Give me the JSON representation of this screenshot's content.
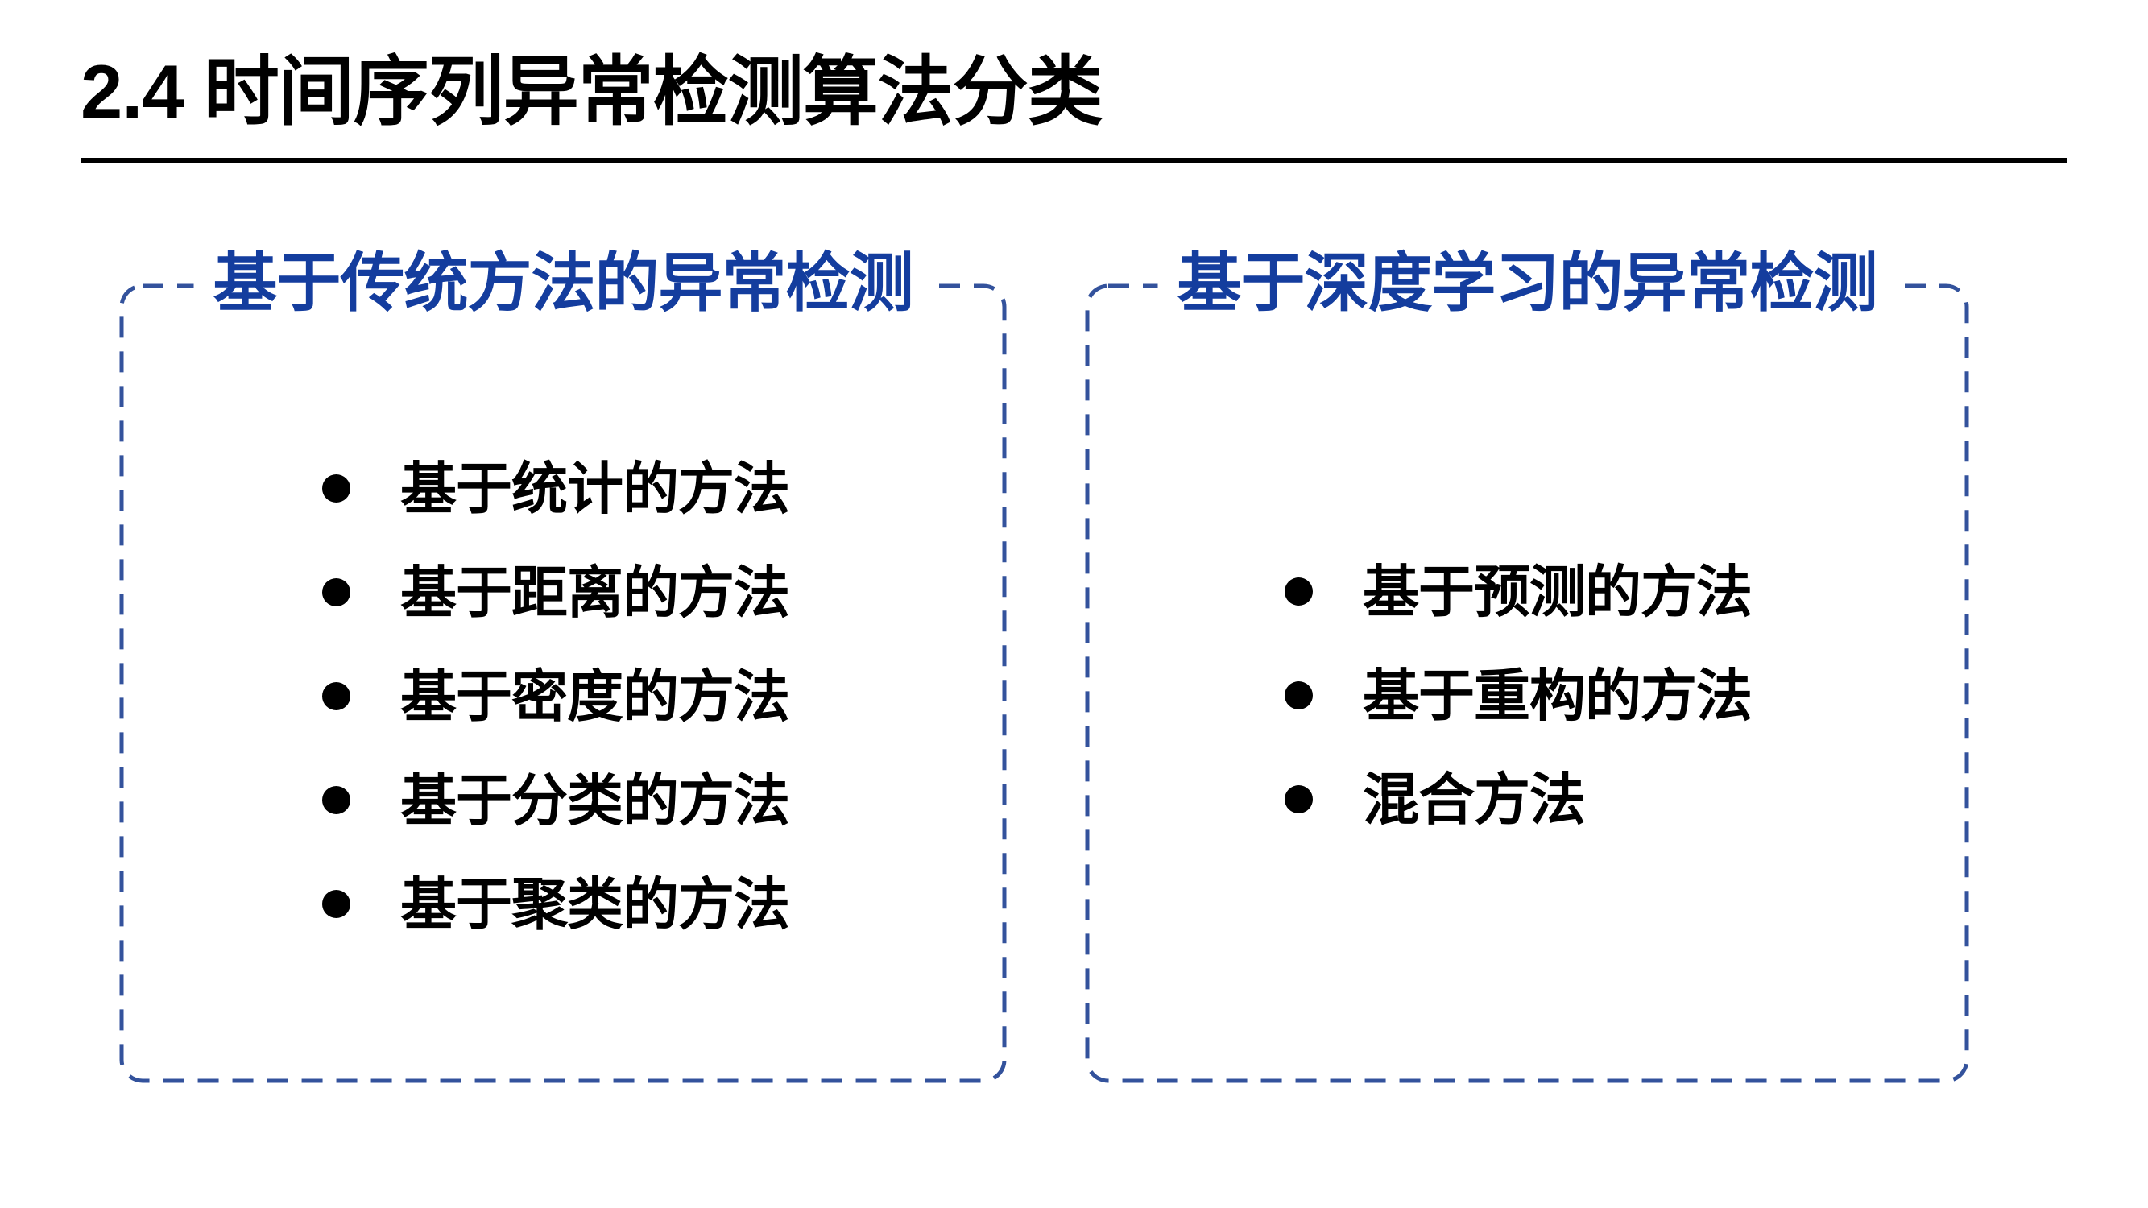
{
  "slide": {
    "title": "2.4 时间序列异常检测算法分类"
  },
  "colors": {
    "category_title_blue": "#143D9E",
    "dashed_border_blue": "#33529C",
    "text_black": "#000000",
    "background": "#FFFFFF"
  },
  "sections": [
    {
      "title": "基于传统方法的异常检测",
      "items": [
        "基于统计的方法",
        "基于距离的方法",
        "基于密度的方法",
        "基于分类的方法",
        "基于聚类的方法"
      ]
    },
    {
      "title": "基于深度学习的异常检测",
      "items": [
        "基于预测的方法",
        "基于重构的方法",
        "混合方法"
      ]
    }
  ]
}
